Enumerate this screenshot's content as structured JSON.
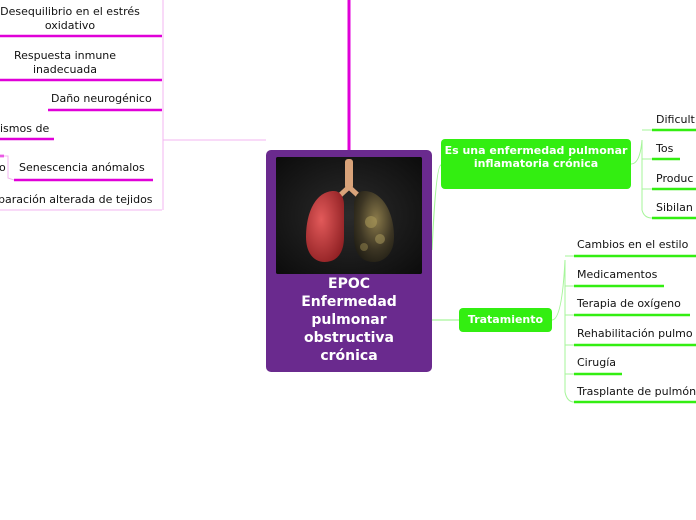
{
  "central": {
    "title_lines": [
      "EPOC",
      "Enfermedad",
      "pulmonar",
      "obstructiva",
      "crónica"
    ]
  },
  "left_branches": {
    "items": [
      "Desequilibrio en el estrés oxidativo",
      "Respuesta inmune inadecuada",
      "Daño neurogénico",
      "ismos de",
      "o",
      "Senescencia anómalos",
      "paración alterada de tejidos"
    ]
  },
  "right_topic1": {
    "label": "Es una enfermedad pulmonar inflamatoria crónica",
    "children": [
      "Dificult",
      "Tos",
      "Produc",
      "Sibilan"
    ]
  },
  "right_topic2": {
    "label": "Tratamiento",
    "children": [
      "Cambios en el estilo",
      "Medicamentos",
      "Terapia de oxígeno",
      "Rehabilitación pulmo",
      "Cirugía",
      "Trasplante de pulmón"
    ]
  },
  "colors": {
    "magenta": "#e000d8",
    "light_magenta": "#f3b6f0",
    "green": "#33ee11",
    "light_green": "#a6f59a",
    "purple": "#6a2a8e"
  }
}
